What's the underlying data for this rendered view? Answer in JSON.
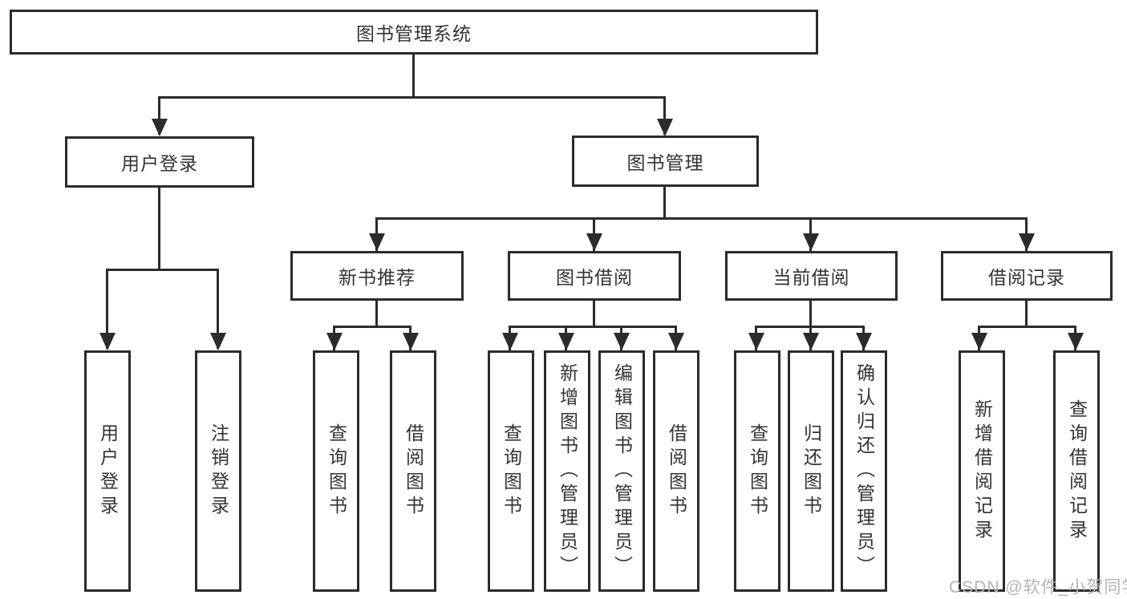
{
  "diagram_type": "hierarchy-tree",
  "colors": {
    "line": "#2b2b2b",
    "text": "#333333",
    "background": "#ffffff",
    "watermark": "#b4b4b4"
  },
  "root": {
    "label": "图书管理系统",
    "children": [
      {
        "label": "用户登录",
        "children": [
          {
            "label": "用户登录"
          },
          {
            "label": "注销登录"
          }
        ]
      },
      {
        "label": "图书管理",
        "children": [
          {
            "label": "新书推荐",
            "children": [
              {
                "label": "查询图书"
              },
              {
                "label": "借阅图书"
              }
            ]
          },
          {
            "label": "图书借阅",
            "children": [
              {
                "label": "查询图书"
              },
              {
                "label": "新增图书（管理员）"
              },
              {
                "label": "编辑图书（管理员）"
              },
              {
                "label": "借阅图书"
              }
            ]
          },
          {
            "label": "当前借阅",
            "children": [
              {
                "label": "查询图书"
              },
              {
                "label": "归还图书"
              },
              {
                "label": "确认归还（管理员）"
              }
            ]
          },
          {
            "label": "借阅记录",
            "children": [
              {
                "label": "新增借阅记录"
              },
              {
                "label": "查询借阅记录"
              }
            ]
          }
        ]
      }
    ]
  },
  "watermark": {
    "text": "CSDN @软件_小贺同学"
  }
}
